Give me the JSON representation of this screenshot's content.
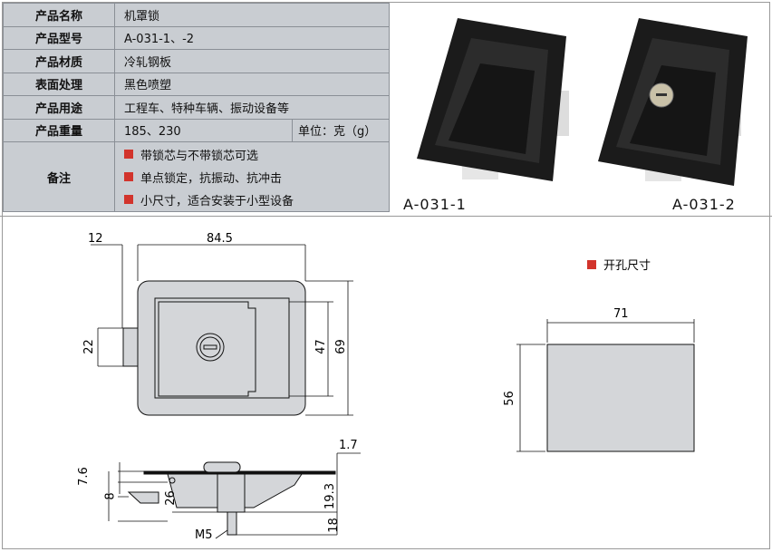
{
  "spec_table": {
    "rows": [
      {
        "label": "产品名称",
        "value": "机罩锁"
      },
      {
        "label": "产品型号",
        "value": "A-031-1、-2"
      },
      {
        "label": "产品材质",
        "value": "冷轧钢板"
      },
      {
        "label": "表面处理",
        "value": "黑色喷塑"
      },
      {
        "label": "产品用途",
        "value": "工程车、特种车辆、振动设备等"
      },
      {
        "label": "产品重量",
        "value": "185、230",
        "unit": "单位：克（g）"
      }
    ],
    "remarks_label": "备注",
    "remarks": [
      "带锁芯与不带锁芯可选",
      "单点锁定，抗振动、抗冲击",
      "小尺寸，适合安装于小型设备"
    ]
  },
  "photos": {
    "left_caption": "A-031-1",
    "right_caption": "A-031-2"
  },
  "drawing": {
    "dims": {
      "d12": "12",
      "d84_5": "84.5",
      "d22": "22",
      "d47": "47",
      "d69": "69",
      "d1_7": "1.7",
      "d7_6": "7.6",
      "d8": "8",
      "d26": "26",
      "d19_3": "19.3",
      "d18": "18",
      "m5": "M5"
    },
    "cutout_title": "开孔尺寸",
    "cutout_w": "71",
    "cutout_h": "56"
  },
  "colors": {
    "bullet": "#d2342c",
    "table_bg": "#c9cdd2",
    "part_fill": "#d4d6d9"
  }
}
